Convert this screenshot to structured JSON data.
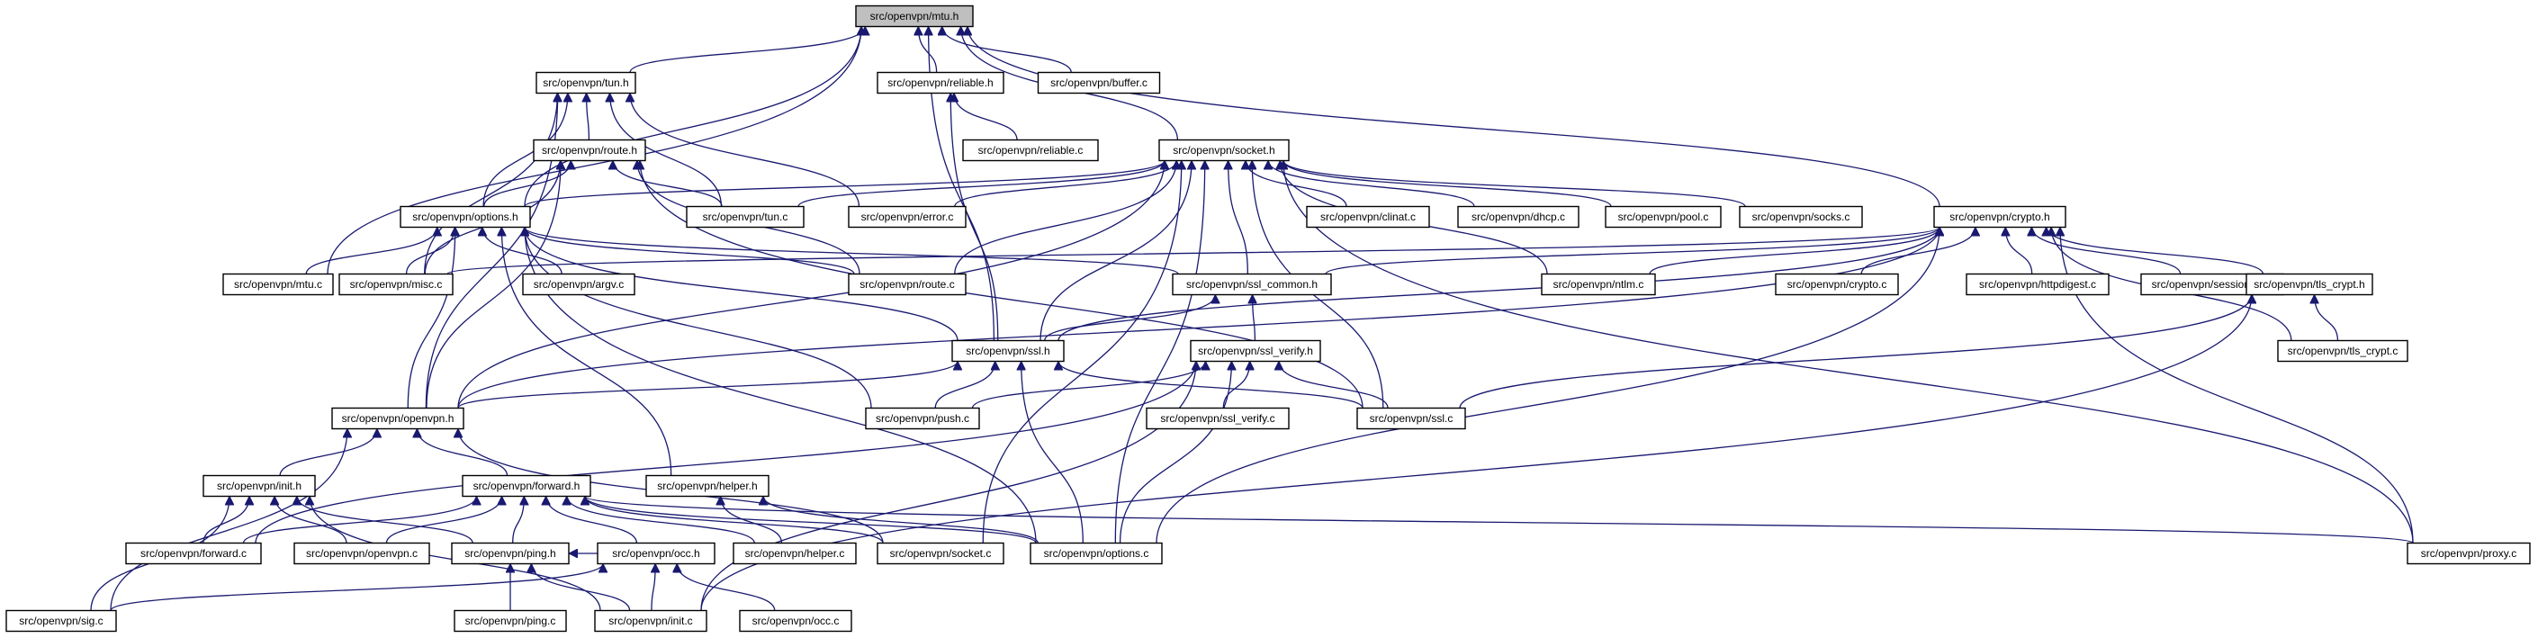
{
  "diagram": {
    "root": "src/openvpn/mtu.h",
    "nodes": [
      {
        "id": "mtu_h",
        "label": "src/openvpn/mtu.h",
        "root": true
      },
      {
        "id": "tun_h",
        "label": "src/openvpn/tun.h"
      },
      {
        "id": "reliable_h",
        "label": "src/openvpn/reliable.h"
      },
      {
        "id": "buffer_c",
        "label": "src/openvpn/buffer.c"
      },
      {
        "id": "route_h",
        "label": "src/openvpn/route.h"
      },
      {
        "id": "reliable_c",
        "label": "src/openvpn/reliable.c"
      },
      {
        "id": "socket_h",
        "label": "src/openvpn/socket.h"
      },
      {
        "id": "options_h",
        "label": "src/openvpn/options.h"
      },
      {
        "id": "tun_c",
        "label": "src/openvpn/tun.c"
      },
      {
        "id": "error_c",
        "label": "src/openvpn/error.c"
      },
      {
        "id": "clinat_c",
        "label": "src/openvpn/clinat.c"
      },
      {
        "id": "dhcp_c",
        "label": "src/openvpn/dhcp.c"
      },
      {
        "id": "pool_c",
        "label": "src/openvpn/pool.c"
      },
      {
        "id": "socks_c",
        "label": "src/openvpn/socks.c"
      },
      {
        "id": "crypto_h",
        "label": "src/openvpn/crypto.h"
      },
      {
        "id": "mtu_c",
        "label": "src/openvpn/mtu.c"
      },
      {
        "id": "misc_c",
        "label": "src/openvpn/misc.c"
      },
      {
        "id": "argv_c",
        "label": "src/openvpn/argv.c"
      },
      {
        "id": "route_c",
        "label": "src/openvpn/route.c"
      },
      {
        "id": "ssl_common_h",
        "label": "src/openvpn/ssl_common.h"
      },
      {
        "id": "ntlm_c",
        "label": "src/openvpn/ntlm.c"
      },
      {
        "id": "crypto_c",
        "label": "src/openvpn/crypto.c"
      },
      {
        "id": "httpdigest_c",
        "label": "src/openvpn/httpdigest.c"
      },
      {
        "id": "session_id_c",
        "label": "src/openvpn/session_id.c"
      },
      {
        "id": "tls_crypt_h",
        "label": "src/openvpn/tls_crypt.h"
      },
      {
        "id": "ssl_h",
        "label": "src/openvpn/ssl.h"
      },
      {
        "id": "ssl_verify_h",
        "label": "src/openvpn/ssl_verify.h"
      },
      {
        "id": "tls_crypt_c",
        "label": "src/openvpn/tls_crypt.c"
      },
      {
        "id": "openvpn_h",
        "label": "src/openvpn/openvpn.h"
      },
      {
        "id": "push_c",
        "label": "src/openvpn/push.c"
      },
      {
        "id": "ssl_verify_c",
        "label": "src/openvpn/ssl_verify.c"
      },
      {
        "id": "ssl_c",
        "label": "src/openvpn/ssl.c"
      },
      {
        "id": "init_h",
        "label": "src/openvpn/init.h"
      },
      {
        "id": "forward_h",
        "label": "src/openvpn/forward.h"
      },
      {
        "id": "helper_h",
        "label": "src/openvpn/helper.h"
      },
      {
        "id": "forward_c",
        "label": "src/openvpn/forward.c"
      },
      {
        "id": "openvpn_c",
        "label": "src/openvpn/openvpn.c"
      },
      {
        "id": "ping_h",
        "label": "src/openvpn/ping.h"
      },
      {
        "id": "occ_h",
        "label": "src/openvpn/occ.h"
      },
      {
        "id": "helper_c",
        "label": "src/openvpn/helper.c"
      },
      {
        "id": "socket_c",
        "label": "src/openvpn/socket.c"
      },
      {
        "id": "options_c",
        "label": "src/openvpn/options.c"
      },
      {
        "id": "proxy_c",
        "label": "src/openvpn/proxy.c"
      },
      {
        "id": "sig_c",
        "label": "src/openvpn/sig.c"
      },
      {
        "id": "ping_c",
        "label": "src/openvpn/ping.c"
      },
      {
        "id": "init_c",
        "label": "src/openvpn/init.c"
      },
      {
        "id": "occ_c",
        "label": "src/openvpn/occ.c"
      }
    ],
    "edges": [
      [
        "tun_h",
        "mtu_h"
      ],
      [
        "reliable_h",
        "mtu_h"
      ],
      [
        "buffer_c",
        "mtu_h"
      ],
      [
        "socket_h",
        "mtu_h"
      ],
      [
        "crypto_h",
        "mtu_h"
      ],
      [
        "options_h",
        "mtu_h"
      ],
      [
        "mtu_c",
        "mtu_h"
      ],
      [
        "ssl_h",
        "mtu_h"
      ],
      [
        "route_h",
        "tun_h"
      ],
      [
        "options_h",
        "tun_h"
      ],
      [
        "tun_c",
        "tun_h"
      ],
      [
        "error_c",
        "tun_h"
      ],
      [
        "misc_c",
        "tun_h"
      ],
      [
        "openvpn_h",
        "tun_h"
      ],
      [
        "reliable_c",
        "reliable_h"
      ],
      [
        "ssl_h",
        "reliable_h"
      ],
      [
        "options_h",
        "route_h"
      ],
      [
        "tun_c",
        "route_h"
      ],
      [
        "misc_c",
        "route_h"
      ],
      [
        "route_c",
        "route_h"
      ],
      [
        "openvpn_h",
        "route_h"
      ],
      [
        "ssl_c",
        "route_h"
      ],
      [
        "options_h",
        "socket_h"
      ],
      [
        "tun_c",
        "socket_h"
      ],
      [
        "error_c",
        "socket_h"
      ],
      [
        "clinat_c",
        "socket_h"
      ],
      [
        "dhcp_c",
        "socket_h"
      ],
      [
        "pool_c",
        "socket_h"
      ],
      [
        "socks_c",
        "socket_h"
      ],
      [
        "route_c",
        "socket_h"
      ],
      [
        "ssl_common_h",
        "socket_h"
      ],
      [
        "ntlm_c",
        "socket_h"
      ],
      [
        "ssl_h",
        "socket_h"
      ],
      [
        "ssl_c",
        "socket_h"
      ],
      [
        "socket_c",
        "socket_h"
      ],
      [
        "options_c",
        "socket_h"
      ],
      [
        "proxy_c",
        "socket_h"
      ],
      [
        "openvpn_h",
        "socket_h"
      ],
      [
        "misc_c",
        "options_h"
      ],
      [
        "mtu_c",
        "options_h"
      ],
      [
        "argv_c",
        "options_h"
      ],
      [
        "route_c",
        "options_h"
      ],
      [
        "ssl_common_h",
        "options_h"
      ],
      [
        "ssl_h",
        "options_h"
      ],
      [
        "push_c",
        "options_h"
      ],
      [
        "helper_h",
        "options_h"
      ],
      [
        "options_c",
        "options_h"
      ],
      [
        "openvpn_h",
        "options_h"
      ],
      [
        "misc_c",
        "crypto_h"
      ],
      [
        "ntlm_c",
        "crypto_h"
      ],
      [
        "crypto_c",
        "crypto_h"
      ],
      [
        "httpdigest_c",
        "crypto_h"
      ],
      [
        "session_id_c",
        "crypto_h"
      ],
      [
        "tls_crypt_h",
        "crypto_h"
      ],
      [
        "tls_crypt_c",
        "crypto_h"
      ],
      [
        "ssl_common_h",
        "crypto_h"
      ],
      [
        "ssl_h",
        "crypto_h"
      ],
      [
        "options_c",
        "crypto_h"
      ],
      [
        "proxy_c",
        "crypto_h"
      ],
      [
        "openvpn_h",
        "crypto_h"
      ],
      [
        "ssl_h",
        "ssl_common_h"
      ],
      [
        "ssl_verify_h",
        "ssl_common_h"
      ],
      [
        "tls_crypt_c",
        "tls_crypt_h"
      ],
      [
        "ssl_c",
        "tls_crypt_h"
      ],
      [
        "init_c",
        "tls_crypt_h"
      ],
      [
        "openvpn_h",
        "ssl_h"
      ],
      [
        "push_c",
        "ssl_h"
      ],
      [
        "ssl_c",
        "ssl_h"
      ],
      [
        "options_c",
        "ssl_h"
      ],
      [
        "ssl_verify_c",
        "ssl_verify_h"
      ],
      [
        "ssl_c",
        "ssl_verify_h"
      ],
      [
        "push_c",
        "ssl_verify_h"
      ],
      [
        "options_c",
        "ssl_verify_h"
      ],
      [
        "forward_c",
        "ssl_verify_h"
      ],
      [
        "init_c",
        "ssl_verify_h"
      ],
      [
        "init_h",
        "openvpn_h"
      ],
      [
        "forward_h",
        "openvpn_h"
      ],
      [
        "sig_c",
        "openvpn_h"
      ],
      [
        "socket_c",
        "openvpn_h"
      ],
      [
        "forward_c",
        "init_h"
      ],
      [
        "openvpn_c",
        "init_h"
      ],
      [
        "ping_h",
        "init_h"
      ],
      [
        "sig_c",
        "init_h"
      ],
      [
        "init_c",
        "init_h"
      ],
      [
        "forward_c",
        "forward_h"
      ],
      [
        "openvpn_c",
        "forward_h"
      ],
      [
        "ping_h",
        "forward_h"
      ],
      [
        "occ_h",
        "forward_h"
      ],
      [
        "helper_c",
        "forward_h"
      ],
      [
        "socket_c",
        "forward_h"
      ],
      [
        "options_c",
        "forward_h"
      ],
      [
        "proxy_c",
        "forward_h"
      ],
      [
        "helper_c",
        "helper_h"
      ],
      [
        "options_c",
        "helper_h"
      ],
      [
        "ping_c",
        "ping_h"
      ],
      [
        "init_c",
        "ping_h"
      ],
      [
        "occ_h",
        "ping_h"
      ],
      [
        "sig_c",
        "occ_h"
      ],
      [
        "init_c",
        "occ_h"
      ],
      [
        "occ_c",
        "occ_h"
      ]
    ]
  }
}
